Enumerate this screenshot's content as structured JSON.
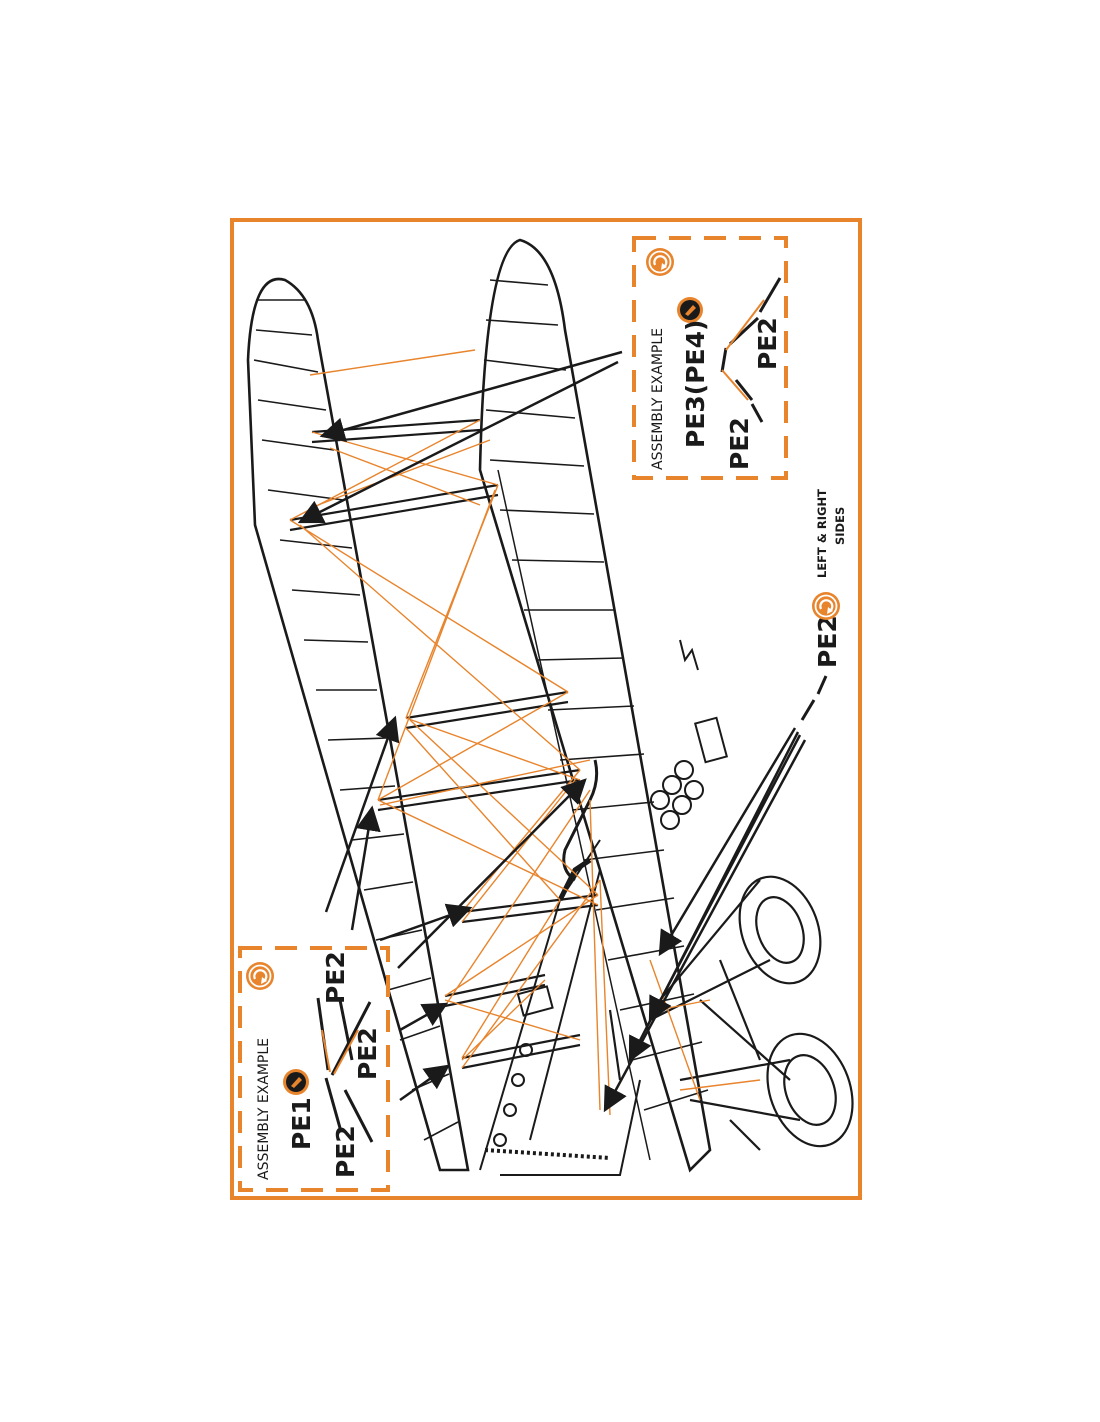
{
  "colors": {
    "accent": "#e8842c",
    "ink": "#1a1a1a",
    "background": "#ffffff"
  },
  "icons": {
    "rotate": "rotate-arrow-icon",
    "bend": "bend-part-icon"
  },
  "callout_left": {
    "title": "ASSEMBLY EXAMPLE",
    "labels": [
      "PE1",
      "PE2",
      "PE2",
      "PE2"
    ]
  },
  "callout_right": {
    "title": "ASSEMBLY EXAMPLE",
    "labels": [
      "PE3(PE4)",
      "PE2",
      "PE2"
    ]
  },
  "side_note": {
    "part": "PE2",
    "line1": "LEFT & RIGHT",
    "line2": "SIDES"
  }
}
